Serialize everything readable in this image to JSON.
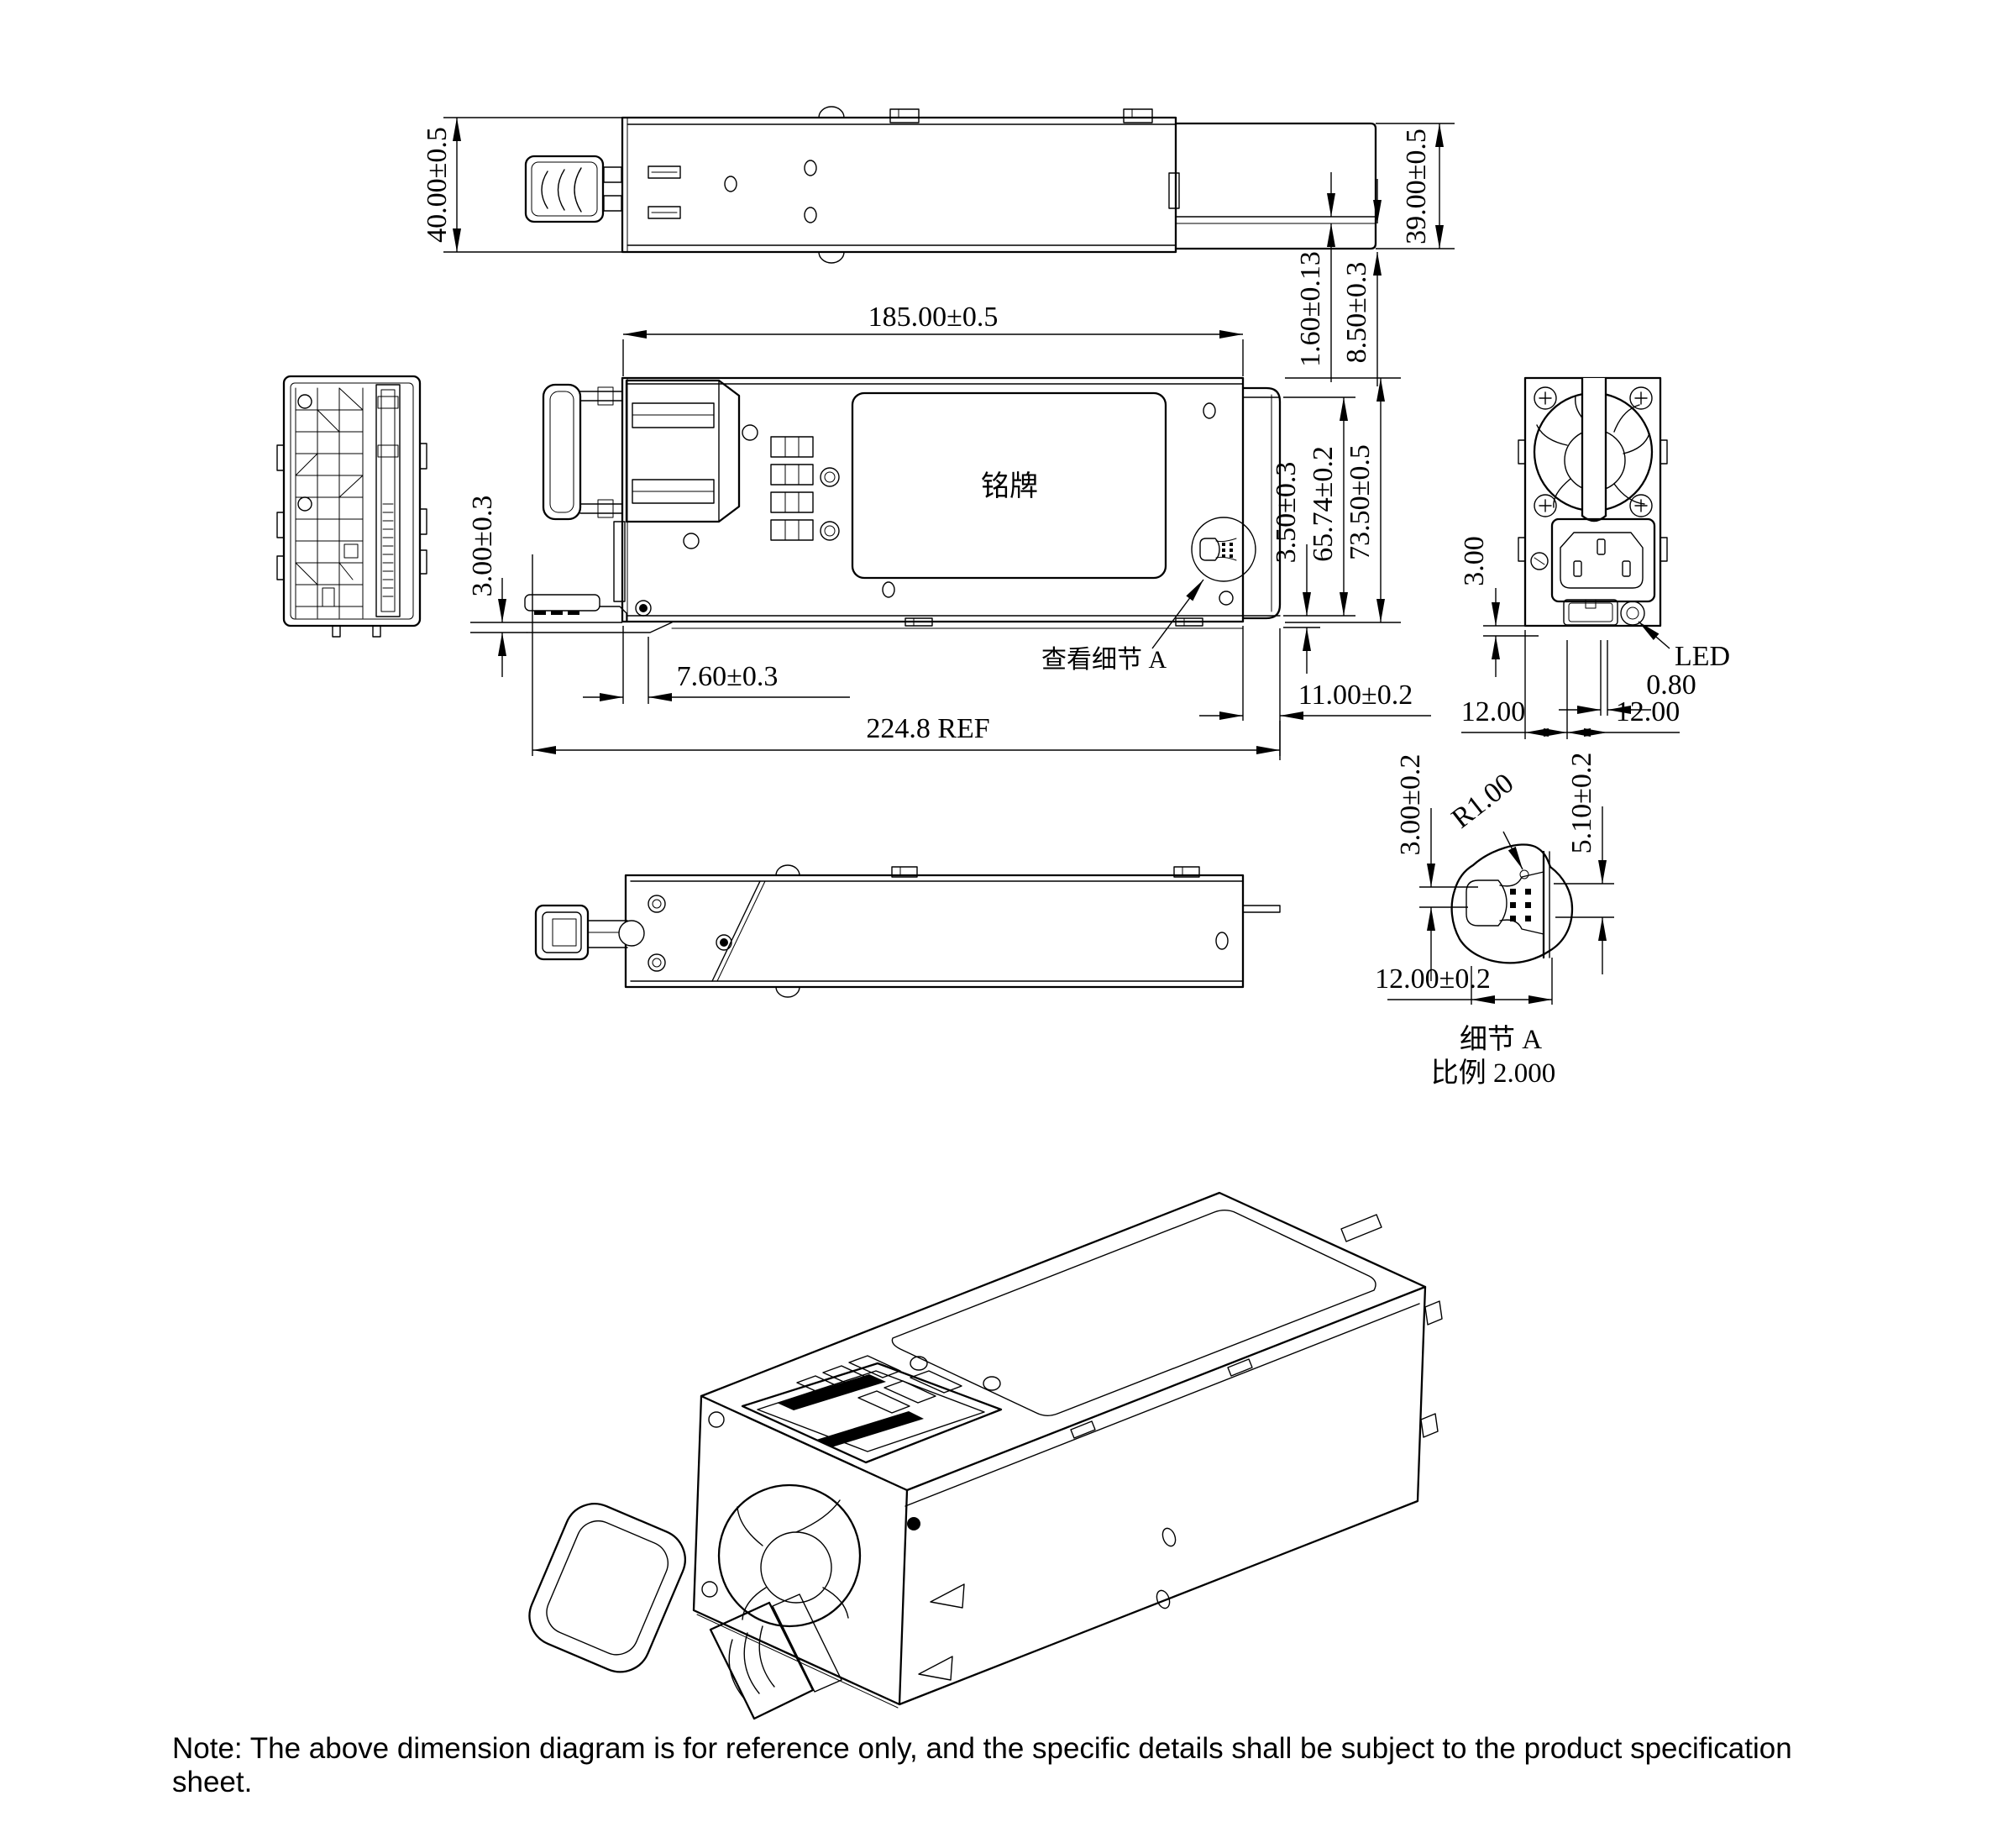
{
  "note": "Note: The above dimension diagram is for reference only, and the specific details shall be subject to the product specification sheet.",
  "labels": {
    "nameplate": "铭牌",
    "detail_callout": "查看细节  A",
    "detail_title": "细节  A",
    "detail_scale": "比例  2.000",
    "led": "LED"
  },
  "dimensions": {
    "top_height": "40.00±0.5",
    "rear_height": "39.00±0.5",
    "body_length": "185.00±0.5",
    "step_small": "1.60±0.13",
    "step_large": "8.50±0.3",
    "foot_clearance": "3.00±0.3",
    "front_offset": "7.60±0.3",
    "overall_length": "224.8 REF",
    "rear_gap": "3.50±0.3",
    "opening_height": "65.74±0.2",
    "overall_height": "73.50±0.5",
    "rear_overhang": "11.00±0.2",
    "side_foot": "3.00",
    "led_offset": "0.80",
    "side_width_left": "12.00",
    "side_width_right": "12.00",
    "detail_depth": "3.00±0.2",
    "detail_radius": "R1.00",
    "detail_height": "5.10±0.2",
    "detail_width": "12.00±0.2"
  }
}
